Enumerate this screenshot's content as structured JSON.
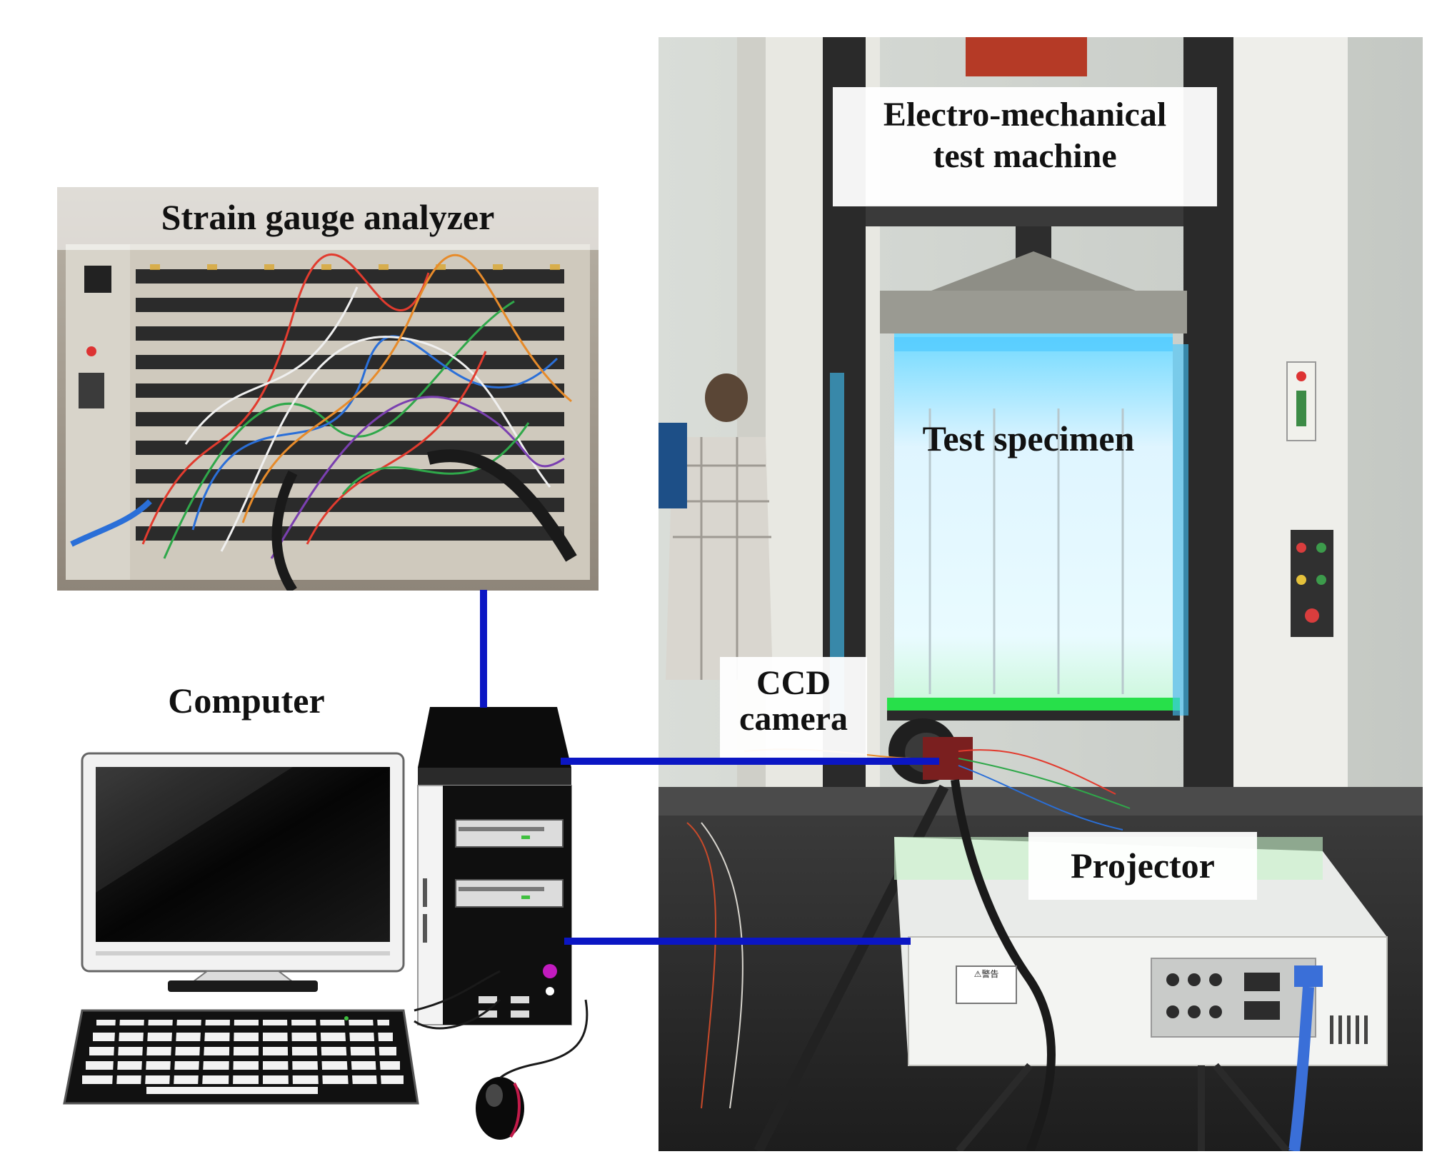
{
  "labels": {
    "strain_gauge": "Strain gauge analyzer",
    "test_machine_line1": "Electro-mechanical",
    "test_machine_line2": "test machine",
    "test_specimen": "Test specimen",
    "ccd_line1": "CCD",
    "ccd_line2": "camera",
    "projector": "Projector",
    "computer": "Computer",
    "projector_plate": "⚠警告"
  },
  "colors": {
    "connector": "#0b16c4",
    "specimen_glow": "#7fe7ff",
    "base_glow": "#27e04a"
  },
  "icons": {
    "computer": "desktop-computer-icon",
    "tower": "pc-tower-icon",
    "keyboard": "keyboard-icon",
    "mouse": "mouse-icon"
  }
}
